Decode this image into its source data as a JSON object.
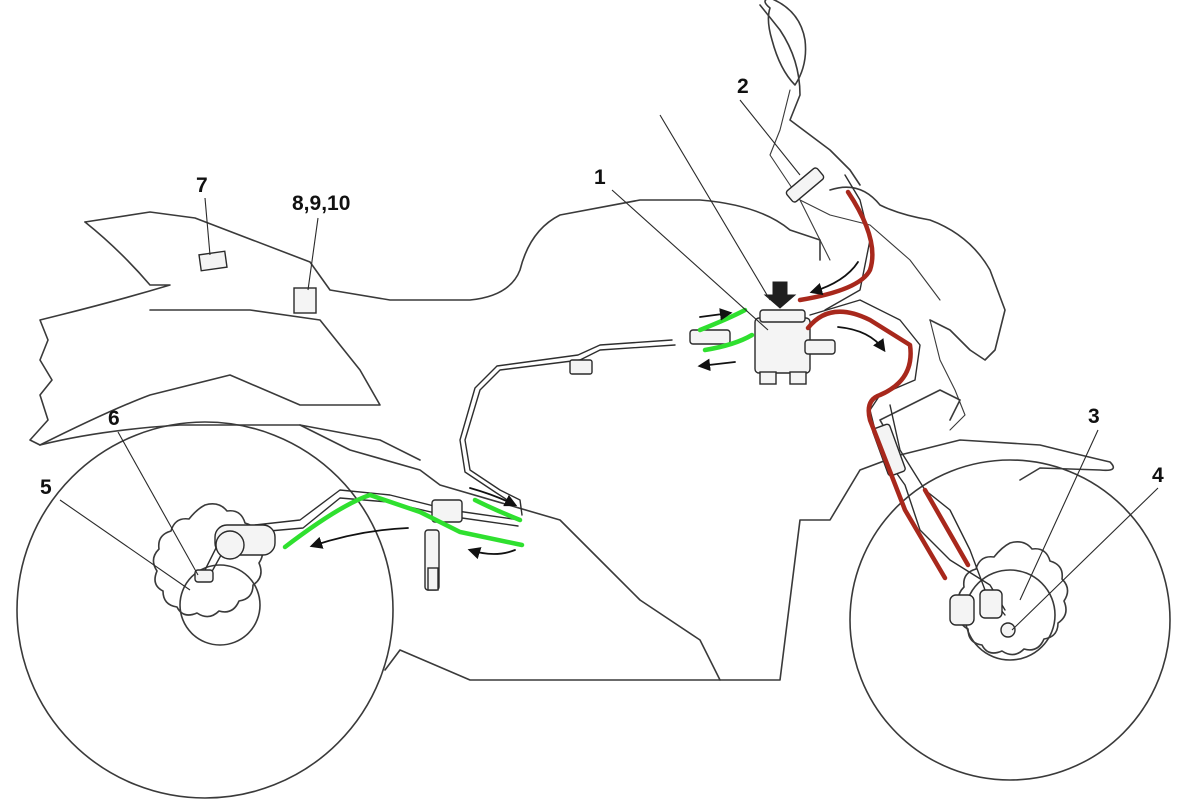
{
  "labels": {
    "l1": "1",
    "l2": "2",
    "l3": "3",
    "l4": "4",
    "l5": "5",
    "l6": "6",
    "l7": "7",
    "l8": "8,9,10"
  },
  "colors": {
    "front_circuit": "#a8281c",
    "rear_circuit": "#2fe02f",
    "outline": "#3a3a3a"
  }
}
